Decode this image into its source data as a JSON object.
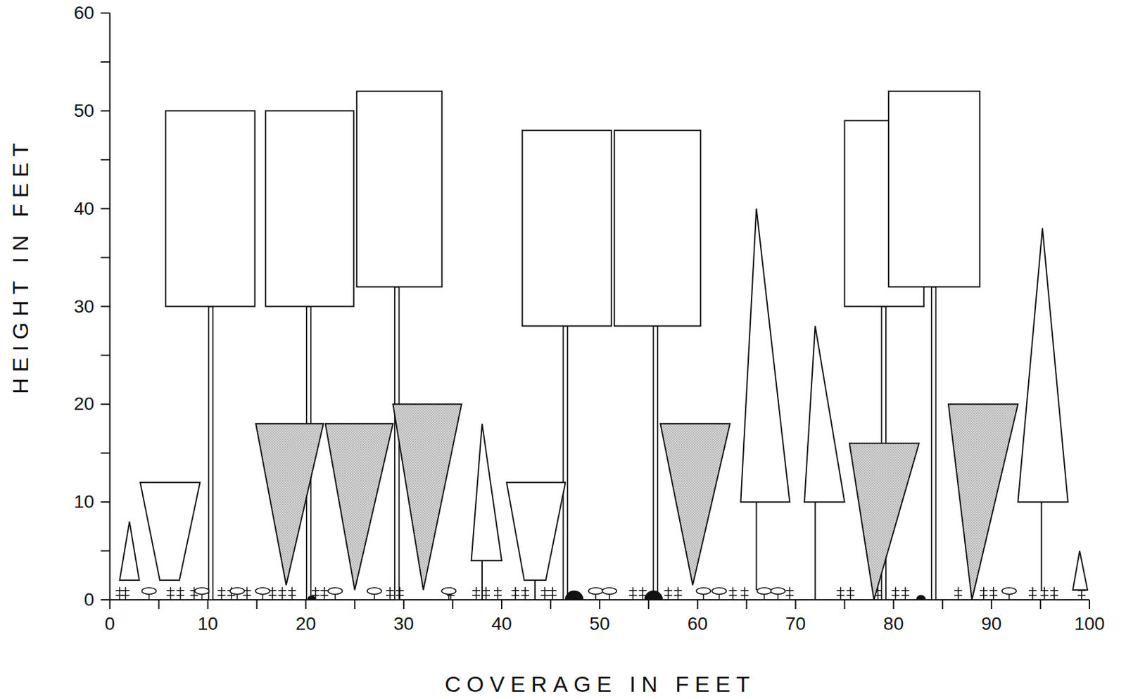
{
  "diagram": {
    "labels": [
      "60",
      "50",
      "40",
      "30",
      "20",
      "10",
      "0",
      "HEIGHT IN FEET",
      "0",
      "10",
      "20",
      "30",
      "40",
      "50",
      "60",
      "70",
      "80",
      "90",
      "100",
      "COVERAGE IN FEET"
    ]
  }
}
